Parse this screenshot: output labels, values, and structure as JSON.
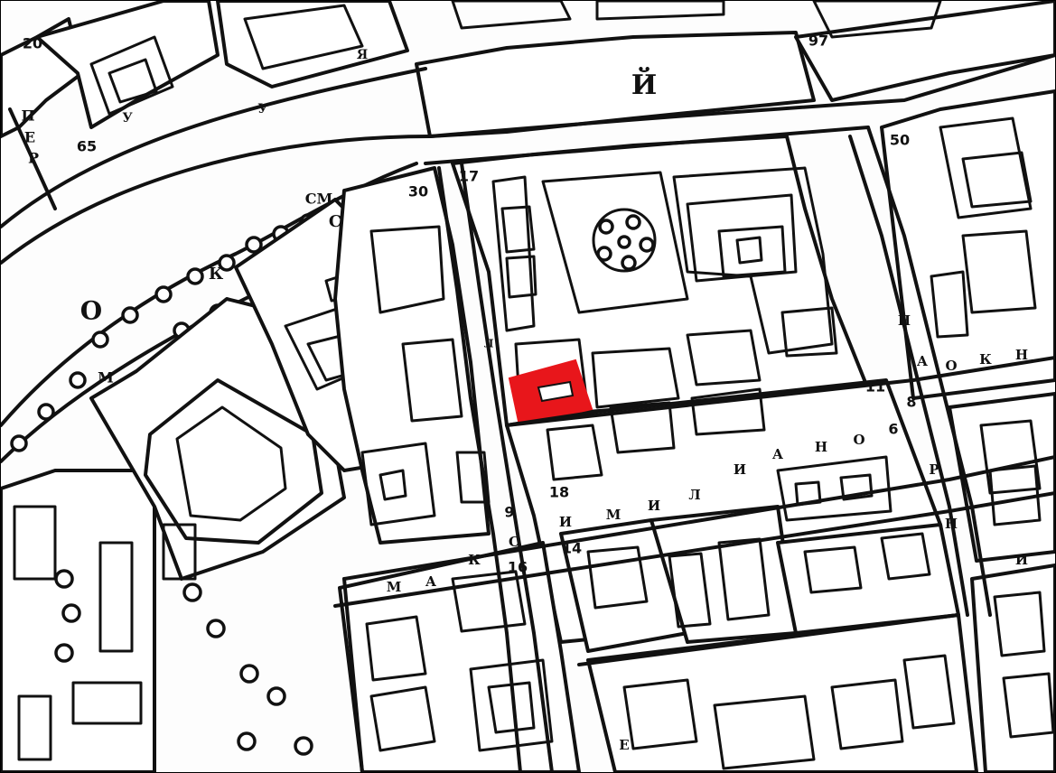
{
  "map": {
    "highlight_color": "#e8161b",
    "ink_color": "#111111",
    "labels": {
      "big_y": "Й",
      "embankment_o": "О",
      "embankment_k": "К",
      "embankment_c": "С",
      "embankment_m": "М",
      "embankment_cm": "СМ",
      "left_vertical_1": "П",
      "left_vertical_2": "Е",
      "left_vertical_3": "Р",
      "street_vertical_1": "Н",
      "street_vertical_2": "Л",
      "street_vertical_3": "А",
      "street_vertical_4": "Р",
      "street_vertical_5": "Н",
      "right_o": "О",
      "right_k": "К",
      "right_n": "Н",
      "right_i": "И",
      "maximilian_m": "М",
      "maximilian_a": "А",
      "maximilian_k": "К",
      "maximilian_c": "С",
      "maximilian_i1": "И",
      "maximilian_m2": "М",
      "maximilian_i2": "И",
      "maximilian_l": "Л",
      "maximilian_i3": "И",
      "maximilian_a2": "А",
      "maximilian_n": "Н",
      "maximilian_o": "О",
      "bottom_e": "Е",
      "top_ya": "Я",
      "top_u": "У",
      "top_y": "У"
    },
    "numbers": {
      "n20": "20",
      "n65": "65",
      "n30": "30",
      "n17": "17",
      "n11": "11",
      "n50": "50",
      "n8": "8",
      "n9": "9",
      "n18": "18",
      "n14": "14",
      "n16": "16",
      "n6": "6",
      "n97": "97"
    }
  }
}
